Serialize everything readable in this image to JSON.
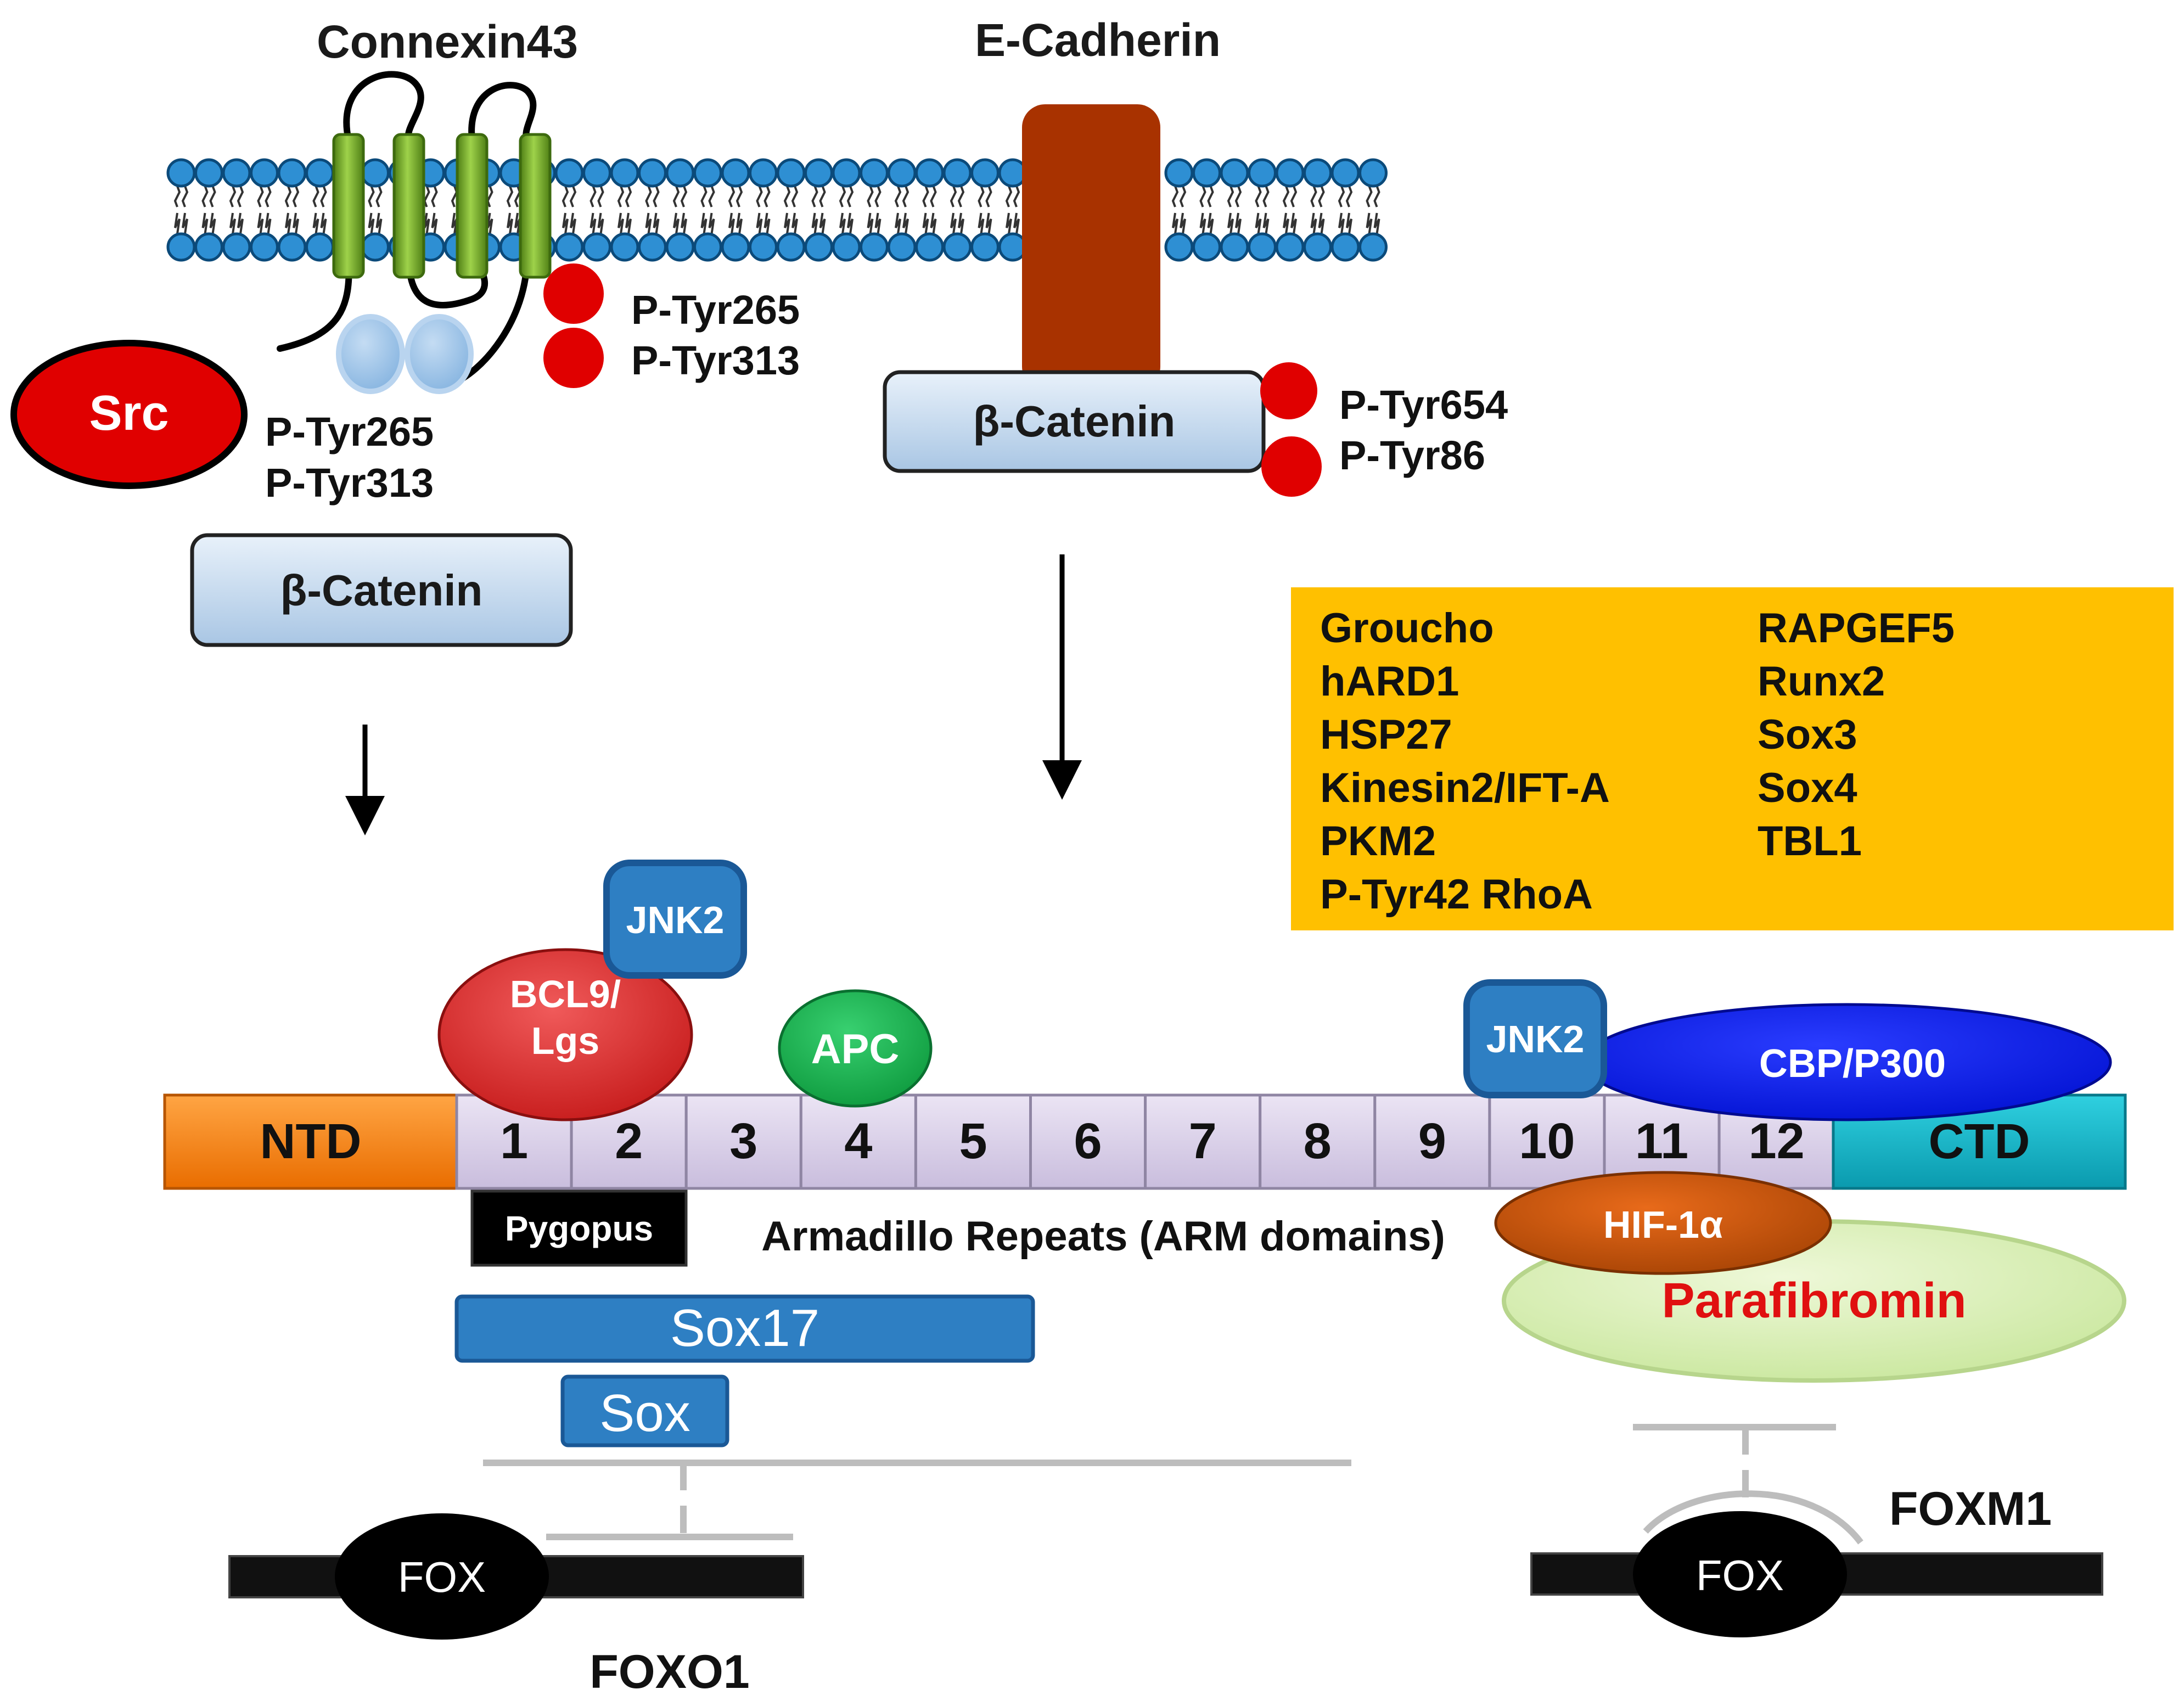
{
  "membrane": {
    "connexin_label": "Connexin43",
    "ecadherin_label": "E-Cadherin",
    "colors": {
      "lipid_head": "#2e8fd3",
      "lipid_head_stroke": "#0b4a7a",
      "connexin_helix": "#7bb32e",
      "ecadherin": "#a83200"
    }
  },
  "left_pathway": {
    "src_label": "Src",
    "phospho_inner": [
      "P-Tyr265",
      "P-Tyr313"
    ],
    "phospho_outer": [
      "P-Tyr265",
      "P-Tyr313"
    ],
    "beta_catenin_label": "β-Catenin"
  },
  "middle_pathway": {
    "beta_catenin_label": "β-Catenin",
    "phospho": [
      "P-Tyr654",
      "P-Tyr86"
    ]
  },
  "partner_box": {
    "column_left": [
      "Groucho",
      "hARD1",
      "HSP27",
      "Kinesin2/IFT-A",
      "PKM2",
      "P-Tyr42 RhoA"
    ],
    "column_right": [
      "RAPGEF5",
      "Runx2",
      "Sox3",
      "Sox4",
      "TBL1"
    ],
    "color": "#ffc000"
  },
  "domain_bar": {
    "ntd_label": "NTD",
    "ctd_label": "CTD",
    "repeats": [
      "1",
      "2",
      "3",
      "4",
      "5",
      "6",
      "7",
      "8",
      "9",
      "10",
      "11",
      "12"
    ],
    "caption": "Armadillo Repeats (ARM domains)",
    "colors": {
      "ntd": "#ff8c1a",
      "ctd": "#14b4c8",
      "repeat": "#ddd3ec"
    }
  },
  "binders": {
    "bcl9": "BCL9/\nLgs",
    "jnk2_left": "JNK2",
    "apc": "APC",
    "jnk2_right": "JNK2",
    "cbp": "CBP/P300",
    "pygopus": "Pygopus",
    "hif": "HIF-1α",
    "parafibromin": "Parafibromin",
    "sox17": "Sox17",
    "sox": "Sox"
  },
  "genes": {
    "left_fox": "FOX",
    "left_name": "FOXO1",
    "right_fox": "FOX",
    "right_name": "FOXM1"
  }
}
